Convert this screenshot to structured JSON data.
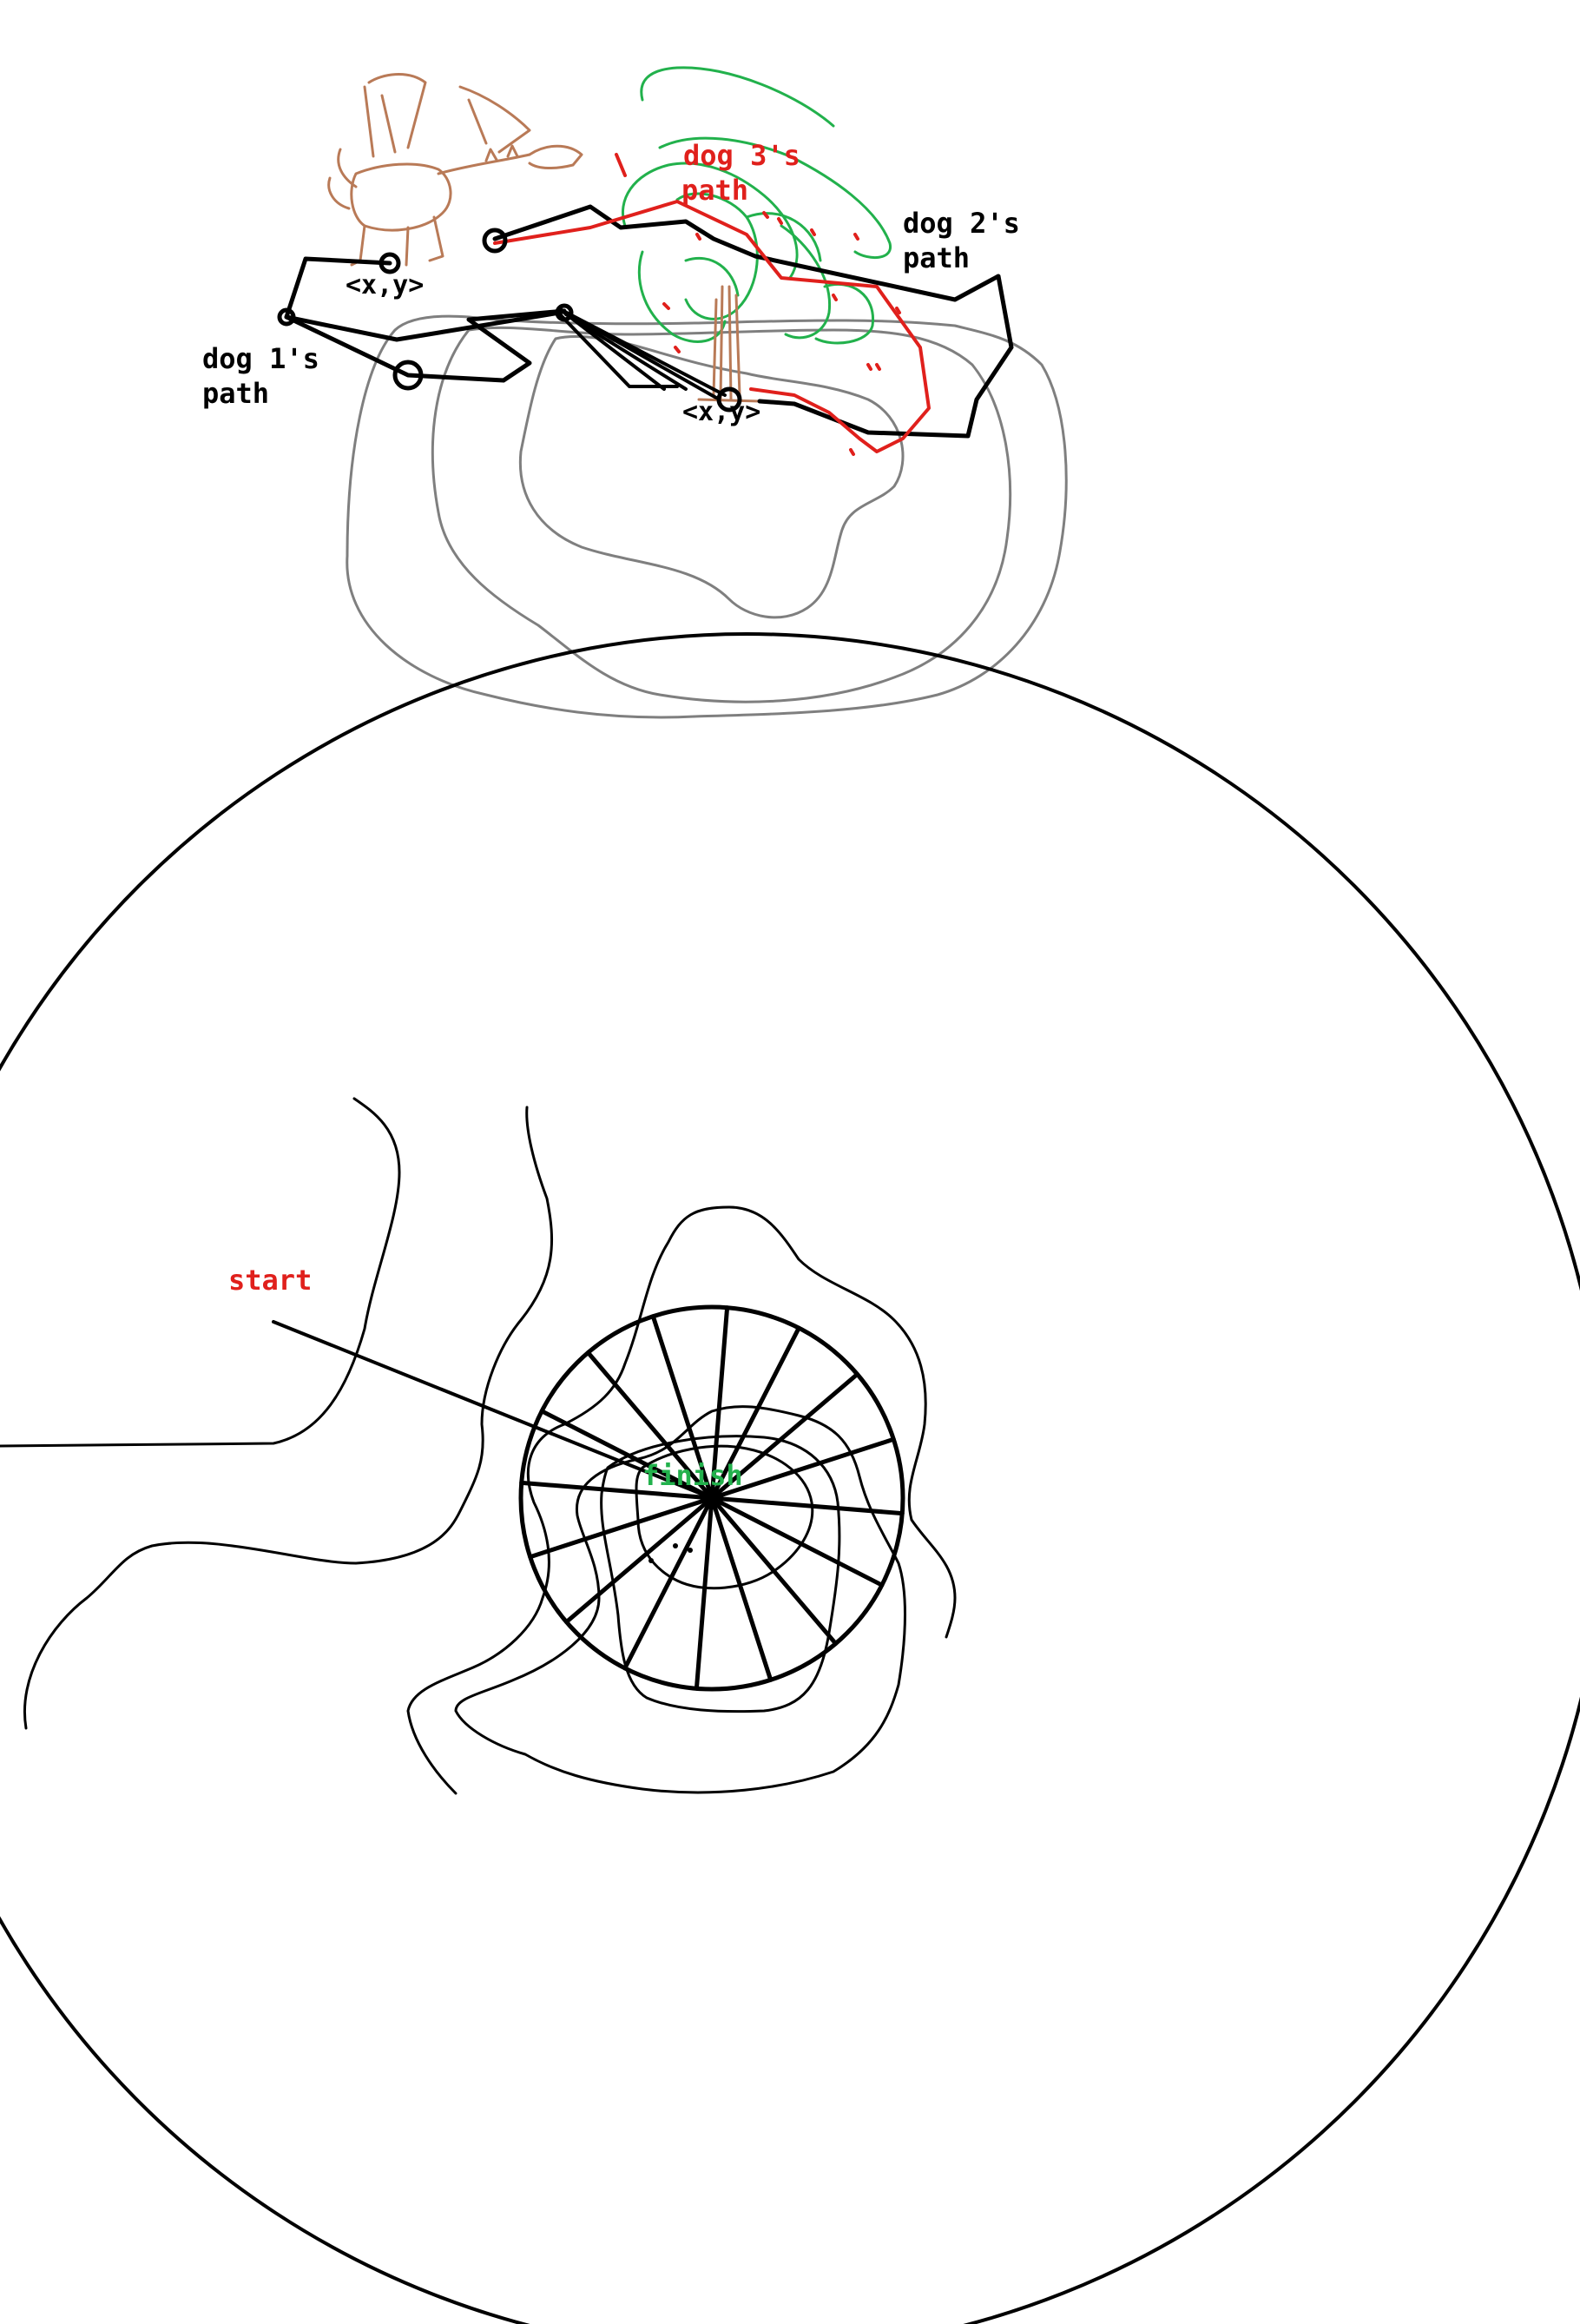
{
  "colors": {
    "ink": "#000000",
    "red": "#e0201c",
    "green": "#22b14c",
    "brown": "#b97a57",
    "gray": "#7f7f7f"
  },
  "labels": {
    "dog1_line1": "dog 1's",
    "dog1_line2": "path",
    "dog2_line1": "dog 2's",
    "dog2_line2": "path",
    "dog3_line1": "dog 3's",
    "dog3_line2": "path",
    "coord_1": "<x,y>",
    "coord_2": "<x,y>",
    "start": "start",
    "finish": "finish"
  }
}
